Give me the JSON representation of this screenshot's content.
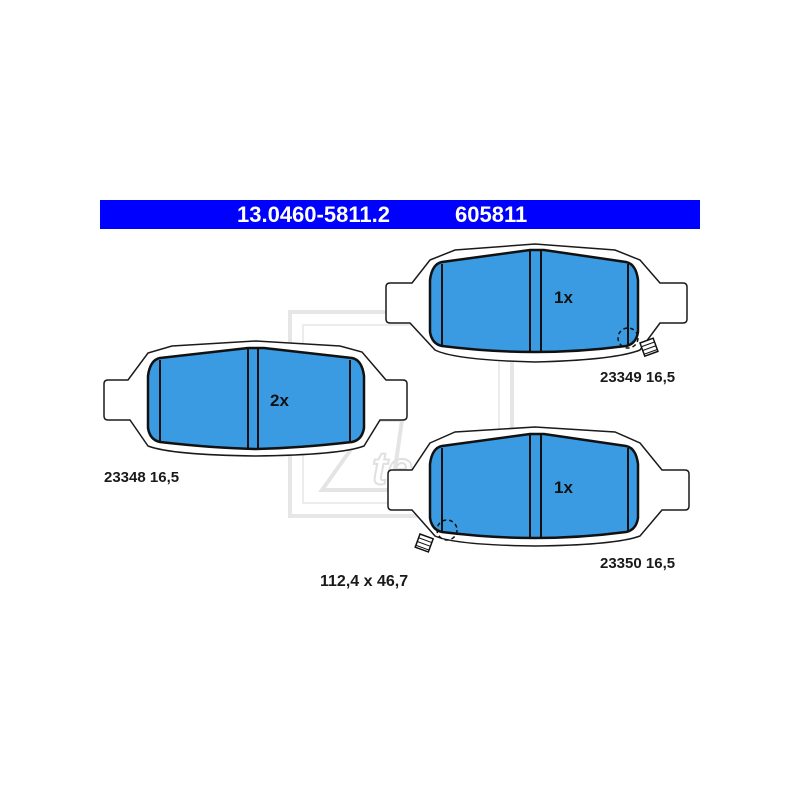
{
  "header": {
    "part_number": "13.0460-5811.2",
    "ref_number": "605811"
  },
  "pads": [
    {
      "quantity": "2x",
      "code_label": "23348 16,5"
    },
    {
      "quantity": "1x",
      "code_label": "23349 16,5"
    },
    {
      "quantity": "1x",
      "code_label": "23350 16,5"
    }
  ],
  "dimensions": "112,4 x 46,7",
  "watermark": {
    "text": "Ate"
  },
  "colors": {
    "banner": "#0000ff",
    "pad_fill": "#3a9be3",
    "outline": "#1a1a1a",
    "watermark": "#e8e8e8"
  }
}
